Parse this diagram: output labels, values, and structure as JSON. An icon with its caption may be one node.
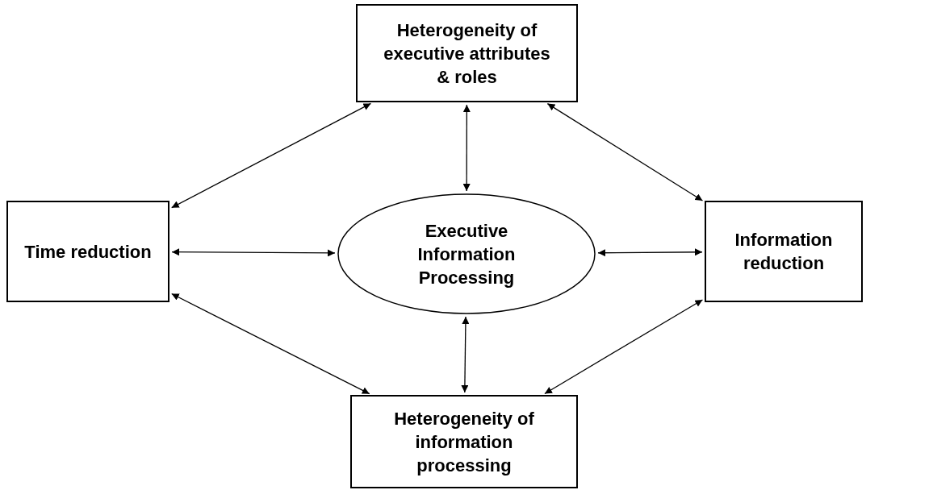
{
  "diagram": {
    "nodes": [
      {
        "text": [
          "Heterogeneity of executive attributes & roles"
        ]
      },
      {
        "text": [
          "Time reduction"
        ]
      },
      {
        "text": [
          "Executive Information Processing"
        ]
      },
      {
        "text": [
          "Information reduction"
        ]
      },
      {
        "text": [
          "Heterogeneity of information processing"
        ]
      }
    ],
    "edges": [
      {
        "from": 0,
        "to": 1,
        "arrow": "both"
      },
      {
        "from": 0,
        "to": 3,
        "arrow": "both"
      },
      {
        "from": 0,
        "to": 2,
        "arrow": "both"
      },
      {
        "from": 1,
        "to": 2,
        "arrow": "both"
      },
      {
        "from": 2,
        "to": 3,
        "arrow": "both"
      },
      {
        "from": 1,
        "to": 4,
        "arrow": "both"
      },
      {
        "from": 3,
        "to": 4,
        "arrow": "both"
      },
      {
        "from": 2,
        "to": 4,
        "arrow": "both"
      }
    ]
  }
}
